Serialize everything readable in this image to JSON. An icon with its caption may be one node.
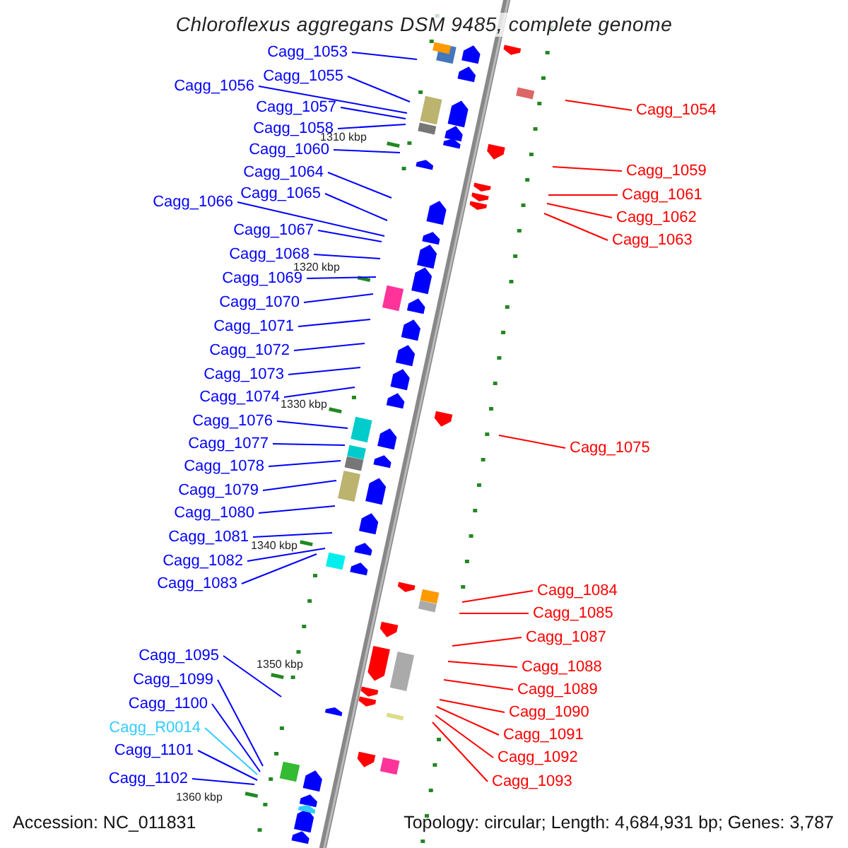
{
  "diagram": {
    "title": "Chloroflexus aggregans DSM 9485, complete genome",
    "nodes": [
      {
        "text": [
          "Cagg_1053"
        ]
      },
      {
        "text": [
          "Cagg_1055"
        ]
      },
      {
        "text": [
          "Cagg_1056"
        ]
      },
      {
        "text": [
          "Cagg_1057"
        ]
      },
      {
        "text": [
          "Cagg_1054"
        ]
      },
      {
        "text": [
          "Cagg_1058"
        ]
      },
      {
        "text": [
          "Cagg_1060"
        ]
      },
      {
        "text": [
          "Cagg_1059"
        ]
      },
      {
        "text": [
          "Cagg_1064"
        ]
      },
      {
        "text": [
          "Cagg_1065"
        ]
      },
      {
        "text": [
          "Cagg_1061"
        ]
      },
      {
        "text": [
          "Cagg_1066"
        ]
      },
      {
        "text": [
          "Cagg_1062"
        ]
      },
      {
        "text": [
          "Cagg_1067"
        ]
      },
      {
        "text": [
          "Cagg_1063"
        ]
      },
      {
        "text": [
          "Cagg_1068"
        ]
      },
      {
        "text": [
          "Cagg_1069"
        ]
      },
      {
        "text": [
          "Cagg_1070"
        ]
      },
      {
        "text": [
          "Cagg_1071"
        ]
      },
      {
        "text": [
          "Cagg_1072"
        ]
      },
      {
        "text": [
          "Cagg_1073"
        ]
      },
      {
        "text": [
          "Cagg_1074"
        ]
      },
      {
        "text": [
          "Cagg_1076"
        ]
      },
      {
        "text": [
          "Cagg_1077"
        ]
      },
      {
        "text": [
          "Cagg_1075"
        ]
      },
      {
        "text": [
          "Cagg_1078"
        ]
      },
      {
        "text": [
          "Cagg_1079"
        ]
      },
      {
        "text": [
          "Cagg_1080"
        ]
      },
      {
        "text": [
          "Cagg_1081"
        ]
      },
      {
        "text": [
          "Cagg_1082"
        ]
      },
      {
        "text": [
          "Cagg_1083"
        ]
      },
      {
        "text": [
          "Cagg_1084"
        ]
      },
      {
        "text": [
          "Cagg_1085"
        ]
      },
      {
        "text": [
          "Cagg_1087"
        ]
      },
      {
        "text": [
          "Cagg_1095"
        ]
      },
      {
        "text": [
          "Cagg_1088"
        ]
      },
      {
        "text": [
          "Cagg_1099"
        ]
      },
      {
        "text": [
          "Cagg_1089"
        ]
      },
      {
        "text": [
          "Cagg_1100"
        ]
      },
      {
        "text": [
          "Cagg_1090"
        ]
      },
      {
        "text": [
          "Cagg_R0014"
        ]
      },
      {
        "text": [
          "Cagg_1091"
        ]
      },
      {
        "text": [
          "Cagg_1101"
        ]
      },
      {
        "text": [
          "Cagg_1092"
        ]
      },
      {
        "text": [
          "Cagg_1102"
        ]
      },
      {
        "text": [
          "Cagg_1093"
        ]
      }
    ],
    "edges": [
      {
        "from": 0,
        "to": null,
        "arrow": "none"
      },
      {
        "from": 1,
        "to": null,
        "arrow": "none"
      },
      {
        "from": 2,
        "to": null,
        "arrow": "none"
      },
      {
        "from": 3,
        "to": null,
        "arrow": "none"
      },
      {
        "from": 4,
        "to": null,
        "arrow": "none",
        "color": "#ff0000"
      },
      {
        "from": 5,
        "to": null,
        "arrow": "none"
      },
      {
        "from": 6,
        "to": null,
        "arrow": "none"
      },
      {
        "from": 7,
        "to": null,
        "arrow": "none",
        "color": "#ff0000"
      },
      {
        "from": 8,
        "to": null,
        "arrow": "none"
      },
      {
        "from": 9,
        "to": null,
        "arrow": "none"
      },
      {
        "from": 10,
        "to": null,
        "arrow": "none",
        "color": "#ff0000"
      },
      {
        "from": 11,
        "to": null,
        "arrow": "none"
      },
      {
        "from": 12,
        "to": null,
        "arrow": "none",
        "color": "#ff0000"
      },
      {
        "from": 13,
        "to": null,
        "arrow": "none"
      },
      {
        "from": 14,
        "to": null,
        "arrow": "none",
        "color": "#ff0000"
      },
      {
        "from": 15,
        "to": null,
        "arrow": "none"
      },
      {
        "from": 16,
        "to": null,
        "arrow": "none"
      },
      {
        "from": 17,
        "to": null,
        "arrow": "none"
      },
      {
        "from": 18,
        "to": null,
        "arrow": "none"
      },
      {
        "from": 19,
        "to": null,
        "arrow": "none"
      },
      {
        "from": 20,
        "to": null,
        "arrow": "none"
      },
      {
        "from": 21,
        "to": null,
        "arrow": "none"
      },
      {
        "from": 22,
        "to": null,
        "arrow": "none"
      },
      {
        "from": 23,
        "to": null,
        "arrow": "none"
      },
      {
        "from": 24,
        "to": null,
        "arrow": "none",
        "color": "#ff0000"
      },
      {
        "from": 25,
        "to": null,
        "arrow": "none"
      },
      {
        "from": 26,
        "to": null,
        "arrow": "none"
      },
      {
        "from": 27,
        "to": null,
        "arrow": "none"
      },
      {
        "from": 28,
        "to": null,
        "arrow": "none"
      },
      {
        "from": 29,
        "to": null,
        "arrow": "none"
      },
      {
        "from": 30,
        "to": null,
        "arrow": "none"
      },
      {
        "from": 31,
        "to": null,
        "arrow": "none",
        "color": "#ff0000"
      },
      {
        "from": 32,
        "to": null,
        "arrow": "none",
        "color": "#ff0000"
      },
      {
        "from": 33,
        "to": null,
        "arrow": "none",
        "color": "#ff0000"
      },
      {
        "from": 34,
        "to": null,
        "arrow": "none"
      },
      {
        "from": 35,
        "to": null,
        "arrow": "none",
        "color": "#ff0000"
      },
      {
        "from": 36,
        "to": null,
        "arrow": "none"
      },
      {
        "from": 37,
        "to": null,
        "arrow": "none",
        "color": "#ff0000"
      },
      {
        "from": 38,
        "to": null,
        "arrow": "none"
      },
      {
        "from": 39,
        "to": null,
        "arrow": "none",
        "color": "#ff0000"
      },
      {
        "from": 40,
        "to": null,
        "arrow": "none",
        "color": "#33ccff"
      },
      {
        "from": 41,
        "to": null,
        "arrow": "none",
        "color": "#ff0000"
      },
      {
        "from": 42,
        "to": null,
        "arrow": "none"
      },
      {
        "from": 43,
        "to": null,
        "arrow": "none",
        "color": "#ff0000"
      },
      {
        "from": 44,
        "to": null,
        "arrow": "none"
      },
      {
        "from": 45,
        "to": null,
        "arrow": "none",
        "color": "#ff0000"
      }
    ],
    "labels": [
      "1310 kbp",
      "1320 kbp",
      "1330 kbp",
      "1340 kbp",
      "1350 kbp",
      "1360 kbp",
      "Accession: NC_011831",
      "Topology: circular; Length: 4,684,931 bp; Genes: 3,787"
    ]
  }
}
